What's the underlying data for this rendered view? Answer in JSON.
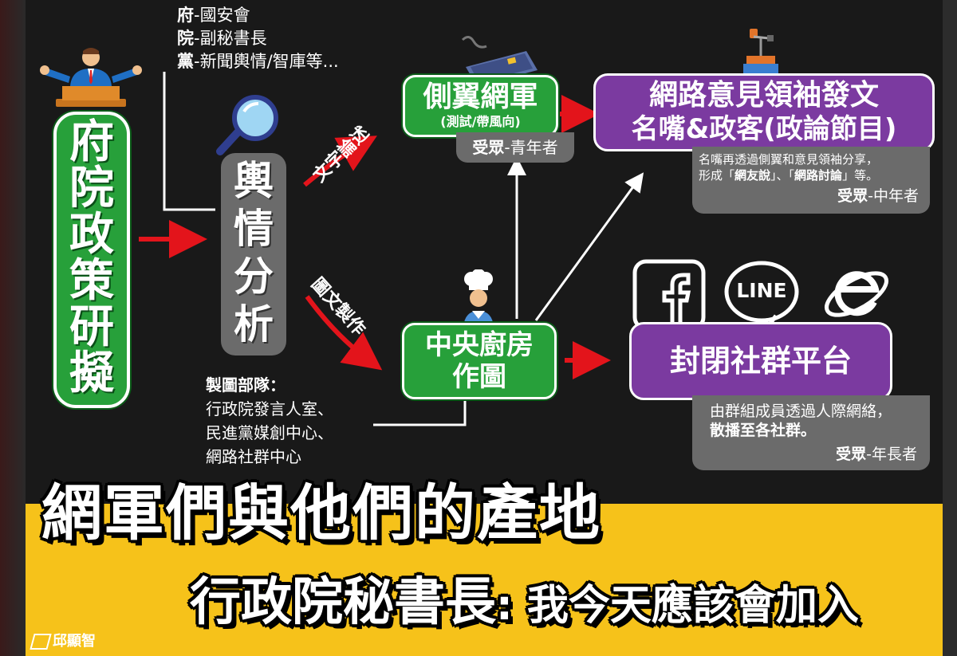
{
  "notes": {
    "line1_bold": "府",
    "line1_rest": "-國安會",
    "line2_bold": "院",
    "line2_rest": "-副秘書長",
    "line3_bold": "黨",
    "line3_rest": "-新聞輿情/智庫等..."
  },
  "policy_box": "府院政策研擬",
  "analysis_box": "輿情分析",
  "arrow_labels": {
    "text": "文字論述",
    "image": "圖文製作"
  },
  "side_army": {
    "title": "側翼網軍",
    "subtitle": "(測試/帶風向)",
    "audience_bold": "受眾",
    "audience_rest": "-青年者"
  },
  "leaders": {
    "title_line1": "網路意見領袖發文",
    "title_line2": "名嘴&政客(政論節目)",
    "desc_line1": "名嘴再透過側翼和意見領袖分享，",
    "desc_line2_a": "形成「",
    "desc_line2_b": "網友說",
    "desc_line2_c": "」、「",
    "desc_line2_d": "網路討論",
    "desc_line2_e": "」等。",
    "audience_bold": "受眾",
    "audience_rest": "-中年者"
  },
  "kitchen": {
    "line1": "中央廚房",
    "line2": "作圖"
  },
  "team": {
    "title": "製圖部隊：",
    "line1": "行政院發言人室、",
    "line2": "民進黨媒創中心、",
    "line3": "網路社群中心"
  },
  "closed_platform": {
    "title": "封閉社群平台",
    "desc_line1": "由群組成員透過人際網絡，",
    "desc_line2": "散播至各社群。",
    "audience_bold": "受眾",
    "audience_rest": "-年長者"
  },
  "icons": {
    "speaker": "speaker-at-podium-icon",
    "magnifier": "magnifying-glass-icon",
    "keyboard": "keyboard-icon",
    "microphone": "microphone-stand-icon",
    "chef": "chef-icon",
    "facebook": "facebook-icon",
    "line": "line-app-icon",
    "browser": "internet-explorer-icon"
  },
  "line_icon_text": "LINE",
  "headline": "網軍們與他們的產地",
  "subheadline_a": "行政院秘書長",
  "subheadline_b": ": 我今天應該會加入",
  "watermark": "邱顯智",
  "colors": {
    "green": "#27a03a",
    "purple": "#7b3aa0",
    "gray": "#6b6b6b",
    "yellow": "#f6c21a",
    "red": "#e3141b"
  }
}
